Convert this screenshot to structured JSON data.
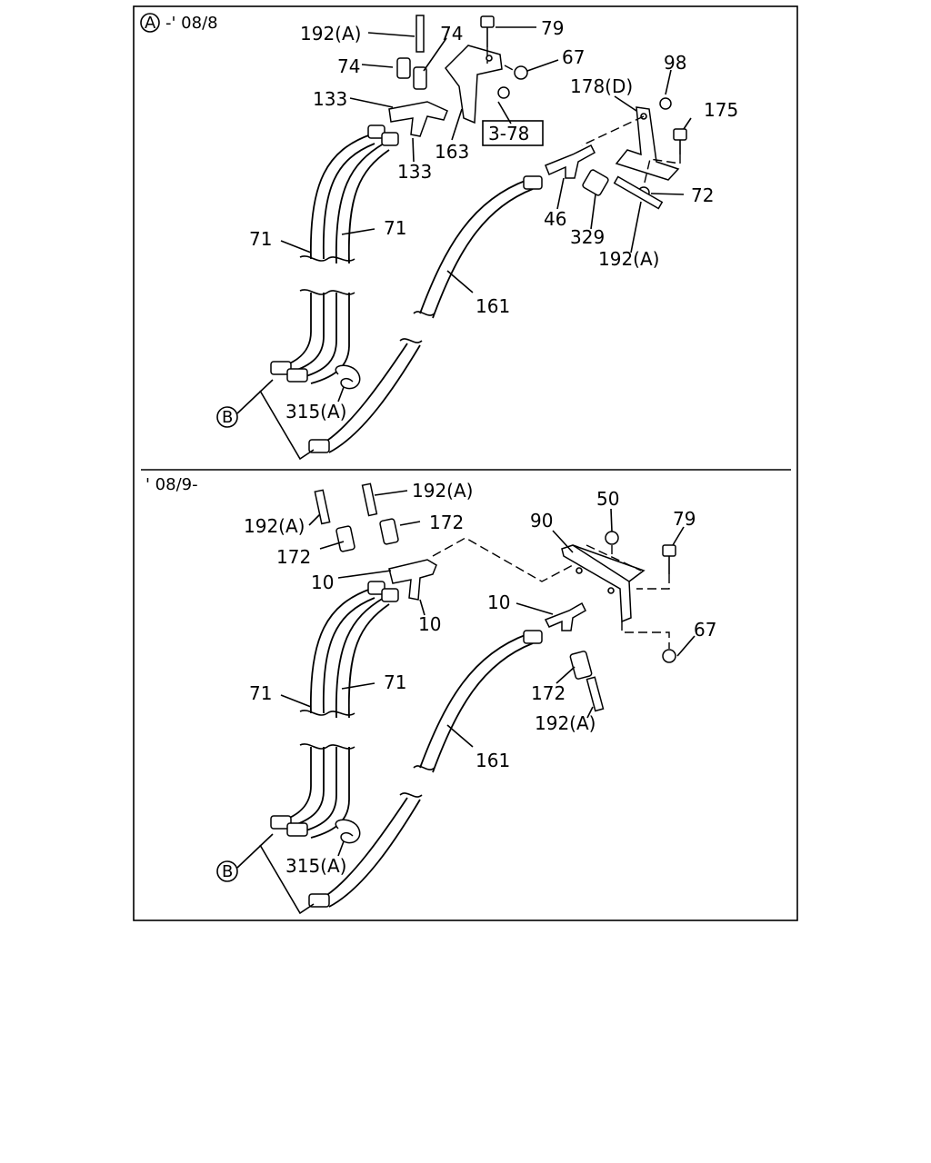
{
  "top_panel": {
    "header_marker": "A",
    "header_text": "-' 08/8",
    "labels": {
      "l192a_1": "192(A)",
      "l74_a": "74",
      "l79": "79",
      "l74_b": "74",
      "l67": "67",
      "l98": "98",
      "l178d": "178(D)",
      "l133_a": "133",
      "l175": "175",
      "l378": "3-78",
      "l163": "163",
      "l133_b": "133",
      "l72": "72",
      "l71_a": "71",
      "l71_b": "71",
      "l46": "46",
      "l329": "329",
      "l192a_2": "192(A)",
      "l161": "161",
      "l315a": "315(A)",
      "marker_b": "B"
    }
  },
  "bottom_panel": {
    "header_text": "' 08/9-",
    "labels": {
      "l192a_1": "192(A)",
      "l192a_2": "192(A)",
      "l172_a": "172",
      "l172_b": "172",
      "l90": "90",
      "l50": "50",
      "l79": "79",
      "l10_a": "10",
      "l10_b": "10",
      "l10_c": "10",
      "l67": "67",
      "l71_a": "71",
      "l71_b": "71",
      "l172_c": "172",
      "l192a_3": "192(A)",
      "l161": "161",
      "l315a": "315(A)",
      "marker_b": "B"
    }
  }
}
